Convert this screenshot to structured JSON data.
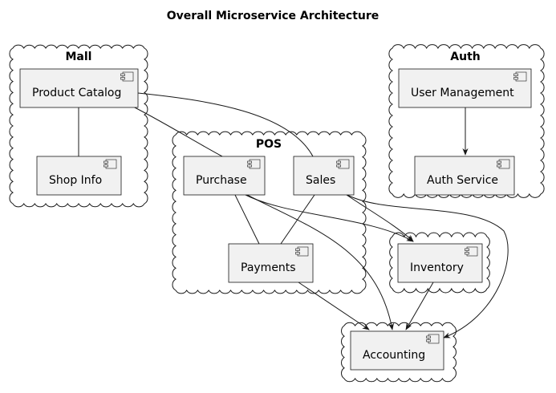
{
  "title": "Overall Microservice Architecture",
  "clouds": {
    "mall": "Mall",
    "auth": "Auth",
    "pos": "POS"
  },
  "components": {
    "product_catalog": "Product Catalog",
    "shop_info": "Shop Info",
    "user_management": "User Management",
    "auth_service": "Auth Service",
    "purchase": "Purchase",
    "sales": "Sales",
    "payments": "Payments",
    "inventory": "Inventory",
    "accounting": "Accounting"
  },
  "relations": [
    {
      "from": "Product Catalog",
      "to": "Shop Info",
      "arrow": false
    },
    {
      "from": "Product Catalog",
      "to": "Purchase",
      "arrow": false
    },
    {
      "from": "Product Catalog",
      "to": "Sales",
      "arrow": false
    },
    {
      "from": "User Management",
      "to": "Auth Service",
      "arrow": true
    },
    {
      "from": "Purchase",
      "to": "Payments",
      "arrow": false
    },
    {
      "from": "Sales",
      "to": "Payments",
      "arrow": false
    },
    {
      "from": "Purchase",
      "to": "Inventory",
      "arrow": true
    },
    {
      "from": "Sales",
      "to": "Inventory",
      "arrow": true
    },
    {
      "from": "Purchase",
      "to": "Accounting",
      "arrow": true
    },
    {
      "from": "Sales",
      "to": "Accounting",
      "arrow": true
    },
    {
      "from": "Payments",
      "to": "Accounting",
      "arrow": true
    },
    {
      "from": "Inventory",
      "to": "Accounting",
      "arrow": true
    }
  ]
}
